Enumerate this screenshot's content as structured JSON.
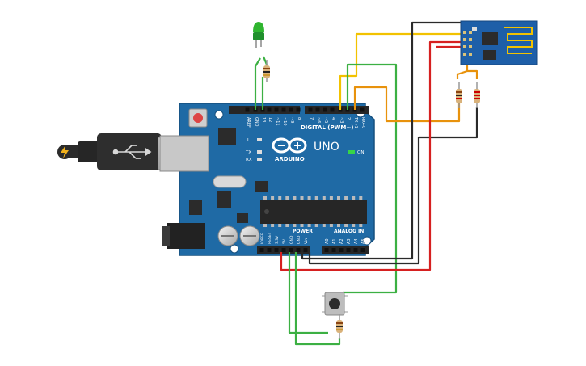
{
  "board": {
    "digital_label": "DIGITAL (PWM~)",
    "brand": "ARDUINO",
    "model": "UNO",
    "on_label": "ON",
    "power_label": "POWER",
    "analog_label": "ANALOG IN",
    "led_labels": [
      "L",
      "TX",
      "RX"
    ],
    "top_pins": [
      "AREF",
      "GND",
      "13",
      "12",
      "~11",
      "~10",
      "~9",
      "8",
      "7",
      "~6",
      "~5",
      "4",
      "~3",
      "2",
      "TX→1",
      "RX←0"
    ],
    "power_pins": [
      "IOREF",
      "RESET",
      "3.3V",
      "5V",
      "GND",
      "GND",
      "Vin"
    ],
    "analog_pins": [
      "A0",
      "A1",
      "A2",
      "A3",
      "A4",
      "A5"
    ]
  },
  "colors": {
    "board": "#1f6aa5",
    "wire_red": "#d62020",
    "wire_black": "#2a2a2a",
    "wire_green": "#3cb043",
    "wire_yellow": "#f2c200",
    "wire_orange": "#e8920c",
    "led": "#2fb52f",
    "esp_board": "#1e5fa8"
  },
  "components": {
    "led": "green-led",
    "wifi_module": "esp8266-module",
    "button": "pushbutton",
    "resistors": [
      "led-resistor",
      "divider-resistor-1",
      "divider-resistor-2",
      "button-resistor"
    ]
  }
}
